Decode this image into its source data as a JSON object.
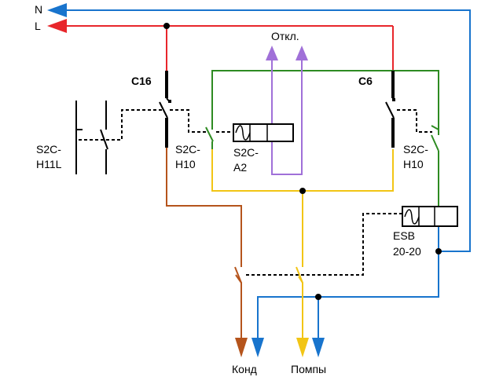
{
  "colors": {
    "neutral": "#1874cd",
    "line": "#e8262b",
    "green": "#2e8b22",
    "yellow": "#f2c515",
    "brown": "#b5541c",
    "violet": "#a070d8",
    "black": "#000000"
  },
  "supply": {
    "n_label": "N",
    "l_label": "L"
  },
  "breakers": {
    "c16": "C16",
    "c6": "C6"
  },
  "components": {
    "s2c_h11l": [
      "S2C-",
      "H11L"
    ],
    "s2c_h10_left": [
      "S2C-",
      "H10"
    ],
    "s2c_a2": [
      "S2C-",
      "A2"
    ],
    "s2c_h10_right": [
      "S2C-",
      "H10"
    ],
    "esb": [
      "ESB",
      "20-20"
    ]
  },
  "signals": {
    "off": "Откл."
  },
  "outputs": {
    "cond": "Конд",
    "pumps": "Помпы"
  }
}
